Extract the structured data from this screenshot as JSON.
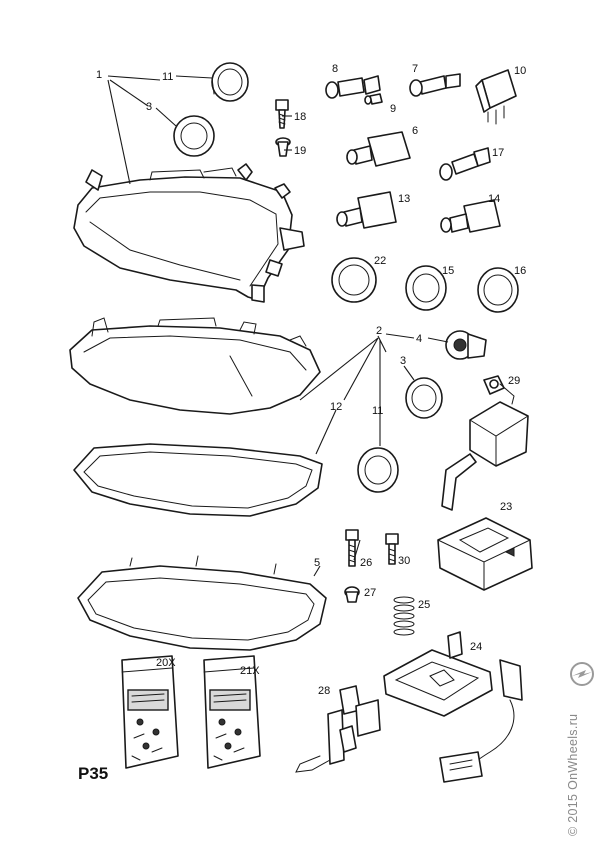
{
  "page_code": "P35",
  "watermark": "© 2015 OnWheels.ru",
  "brand_logo": "opel-logo",
  "callouts": [
    {
      "id": "c1",
      "text": "1"
    },
    {
      "id": "c11a",
      "text": "11"
    },
    {
      "id": "c3a",
      "text": "3"
    },
    {
      "id": "c18",
      "text": "18"
    },
    {
      "id": "c19",
      "text": "19"
    },
    {
      "id": "c8",
      "text": "8"
    },
    {
      "id": "c9",
      "text": "9"
    },
    {
      "id": "c7",
      "text": "7"
    },
    {
      "id": "c10",
      "text": "10"
    },
    {
      "id": "c6",
      "text": "6"
    },
    {
      "id": "c17",
      "text": "17"
    },
    {
      "id": "c13",
      "text": "13"
    },
    {
      "id": "c14",
      "text": "14"
    },
    {
      "id": "c22",
      "text": "22"
    },
    {
      "id": "c15",
      "text": "15"
    },
    {
      "id": "c16",
      "text": "16"
    },
    {
      "id": "c2",
      "text": "2"
    },
    {
      "id": "c4",
      "text": "4"
    },
    {
      "id": "c3b",
      "text": "3"
    },
    {
      "id": "c29",
      "text": "29"
    },
    {
      "id": "c12",
      "text": "12"
    },
    {
      "id": "c11b",
      "text": "11"
    },
    {
      "id": "c23",
      "text": "23"
    },
    {
      "id": "c5",
      "text": "5"
    },
    {
      "id": "c26",
      "text": "26"
    },
    {
      "id": "c30",
      "text": "30"
    },
    {
      "id": "c27",
      "text": "27"
    },
    {
      "id": "c25",
      "text": "25"
    },
    {
      "id": "c24",
      "text": "24"
    },
    {
      "id": "c20x",
      "text": "20X"
    },
    {
      "id": "c21x",
      "text": "21X"
    },
    {
      "id": "c28",
      "text": "28"
    }
  ]
}
